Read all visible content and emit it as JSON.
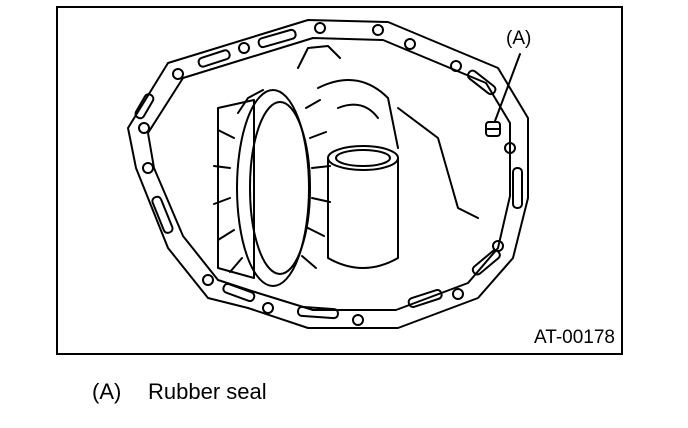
{
  "figure": {
    "callout": "(A)",
    "figure_id": "AT-00178",
    "legend": {
      "key": "(A)",
      "description": "Rubber seal"
    }
  }
}
